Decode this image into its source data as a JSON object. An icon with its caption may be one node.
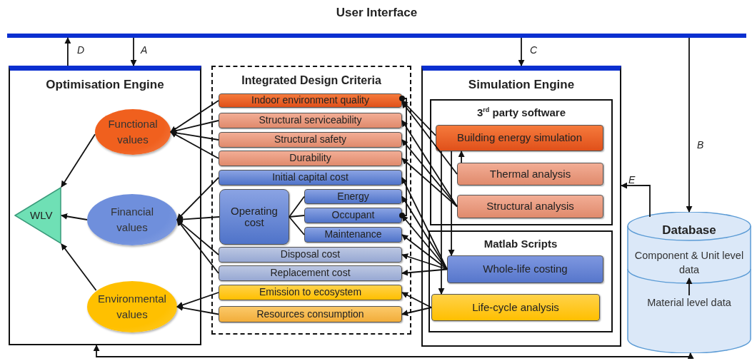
{
  "diagram": {
    "nodes": [
      {
        "text": [
          "User Interface"
        ]
      },
      {
        "text": [
          "Optimisation Engine"
        ]
      },
      {
        "text": [
          "Functional values"
        ],
        "in": 1
      },
      {
        "text": [
          "Financial values"
        ],
        "in": 1
      },
      {
        "text": [
          "Environmental values"
        ],
        "in": 1
      },
      {
        "text": [
          "WLV"
        ],
        "in": 1
      },
      {
        "text": [
          "Integrated Design Criteria"
        ]
      },
      {
        "text": [
          "Indoor environment quality"
        ],
        "in": 6
      },
      {
        "text": [
          "Structural serviceability"
        ],
        "in": 6
      },
      {
        "text": [
          "Structural safety"
        ],
        "in": 6
      },
      {
        "text": [
          "Durability"
        ],
        "in": 6
      },
      {
        "text": [
          "Initial capital cost"
        ],
        "in": 6
      },
      {
        "text": [
          "Operating cost"
        ],
        "in": 6
      },
      {
        "text": [
          "Energy"
        ],
        "in": 6
      },
      {
        "text": [
          "Occupant"
        ],
        "in": 6
      },
      {
        "text": [
          "Maintenance"
        ],
        "in": 6
      },
      {
        "text": [
          "Disposal cost"
        ],
        "in": 6
      },
      {
        "text": [
          "Replacement cost"
        ],
        "in": 6
      },
      {
        "text": [
          "Emission to ecosystem"
        ],
        "in": 6
      },
      {
        "text": [
          "Resources consumption"
        ],
        "in": 6
      },
      {
        "text": [
          "Simulation Engine"
        ]
      },
      {
        "text": [
          "3$^{rd}$ party software"
        ],
        "in": 20
      },
      {
        "text": [
          "Building energy simulation"
        ],
        "in": 21
      },
      {
        "text": [
          "Thermal analysis"
        ],
        "in": 21
      },
      {
        "text": [
          "Structural analysis"
        ],
        "in": 21
      },
      {
        "text": [
          "Matlab Scripts"
        ],
        "in": 20
      },
      {
        "text": [
          "Whole-life costing"
        ],
        "in": 25
      },
      {
        "text": [
          "Life-cycle analysis"
        ],
        "in": 25
      },
      {
        "text": [
          "Database"
        ]
      },
      {
        "text": [
          "Component & Unit level data"
        ],
        "in": 28
      },
      {
        "text": [
          "Material level data"
        ],
        "in": 28
      }
    ],
    "edges": [
      {
        "from": 1,
        "to": 0,
        "arrow": "to",
        "label": "D"
      },
      {
        "from": 0,
        "to": 1,
        "arrow": "to",
        "label": "A"
      },
      {
        "from": 0,
        "to": 20,
        "arrow": "to",
        "label": "C"
      },
      {
        "from": 0,
        "to": 28,
        "arrow": "to",
        "label": "B"
      },
      {
        "from": 28,
        "to": 20,
        "arrow": "to",
        "label": "E"
      },
      {
        "from": 1,
        "to": 28,
        "arrow": "both"
      },
      {
        "from": 2,
        "to": 5,
        "arrow": "to"
      },
      {
        "from": 3,
        "to": 5,
        "arrow": "to"
      },
      {
        "from": 4,
        "to": 5,
        "arrow": "to"
      },
      {
        "from": 7,
        "to": 2,
        "arrow": "to"
      },
      {
        "from": 8,
        "to": 2,
        "arrow": "to"
      },
      {
        "from": 9,
        "to": 2,
        "arrow": "to"
      },
      {
        "from": 10,
        "to": 2,
        "arrow": "to"
      },
      {
        "from": 11,
        "to": 3,
        "arrow": "to"
      },
      {
        "from": 12,
        "to": 3,
        "arrow": "to"
      },
      {
        "from": 16,
        "to": 3,
        "arrow": "to"
      },
      {
        "from": 17,
        "to": 3,
        "arrow": "to"
      },
      {
        "from": 18,
        "to": 4,
        "arrow": "to"
      },
      {
        "from": 19,
        "to": 4,
        "arrow": "to"
      },
      {
        "from": 12,
        "to": 13,
        "arrow": "none"
      },
      {
        "from": 12,
        "to": 14,
        "arrow": "none"
      },
      {
        "from": 12,
        "to": 15,
        "arrow": "none"
      },
      {
        "from": 7,
        "to": 14,
        "arrow": "other"
      },
      {
        "from": 22,
        "to": 7,
        "arrow": "to"
      },
      {
        "from": 23,
        "to": 7,
        "arrow": "to"
      },
      {
        "from": 24,
        "to": 8,
        "arrow": "to"
      },
      {
        "from": 24,
        "to": 9,
        "arrow": "to"
      },
      {
        "from": 24,
        "to": 10,
        "arrow": "to"
      },
      {
        "from": 26,
        "to": 11,
        "arrow": "to"
      },
      {
        "from": 26,
        "to": 13,
        "arrow": "to"
      },
      {
        "from": 26,
        "to": 14,
        "arrow": "to"
      },
      {
        "from": 26,
        "to": 15,
        "arrow": "to"
      },
      {
        "from": 26,
        "to": 16,
        "arrow": "to"
      },
      {
        "from": 26,
        "to": 17,
        "arrow": "to"
      },
      {
        "from": 27,
        "to": 18,
        "arrow": "to"
      },
      {
        "from": 27,
        "to": 19,
        "arrow": "to"
      },
      {
        "from": 22,
        "to": 26,
        "arrow": "to"
      },
      {
        "from": 22,
        "to": 27,
        "arrow": "to"
      },
      {
        "from": 23,
        "to": 22,
        "arrow": "to"
      },
      {
        "from": 30,
        "to": 29,
        "arrow": "to"
      }
    ]
  }
}
